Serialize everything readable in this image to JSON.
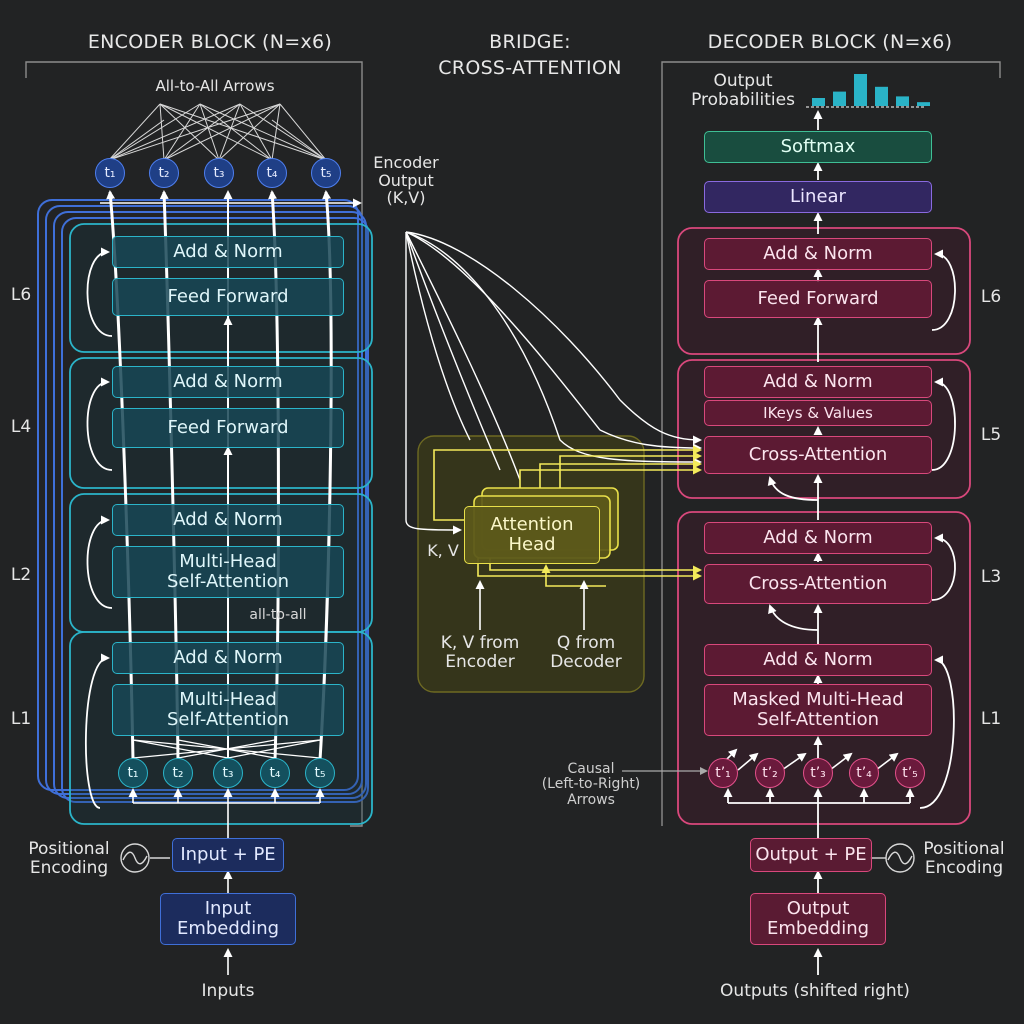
{
  "headers": {
    "encoder": "ENCODER BLOCK (N=x6)",
    "bridge_line1": "BRIDGE:",
    "bridge_line2": "CROSS-ATTENTION",
    "decoder": "DECODER BLOCK (N=x6)"
  },
  "encoder": {
    "all_to_all_label": "All-to-All Arrows",
    "top_tokens": [
      "t₁",
      "t₂",
      "t₃",
      "t₄",
      "t₅"
    ],
    "bottom_tokens": [
      "t₁",
      "t₂",
      "t₃",
      "t₄",
      "t₅"
    ],
    "layer_labels": {
      "l6": "L6",
      "l4": "L4",
      "l2": "L2",
      "l1": "L1"
    },
    "l6": {
      "add_norm": "Add & Norm",
      "feed_forward": "Feed Forward"
    },
    "l4": {
      "add_norm": "Add & Norm",
      "feed_forward": "Feed Forward"
    },
    "l2": {
      "add_norm": "Add & Norm",
      "mhsa": "Multi-Head\nSelf-Attention",
      "all_to_all": "all-to-all"
    },
    "l1": {
      "add_norm": "Add & Norm",
      "mhsa": "Multi-Head\nSelf-Attention"
    },
    "input_pe": "Input + PE",
    "positional_encoding": "Positional\nEncoding",
    "input_embedding": "Input\nEmbedding",
    "inputs": "Inputs",
    "output_label": "Encoder\nOutput\n(K,V)"
  },
  "bridge": {
    "attention_head": "Attention\nHead",
    "kv_side": "K, V",
    "kv_from_encoder": "K, V from\nEncoder",
    "q_from_decoder": "Q from\nDecoder"
  },
  "decoder": {
    "output_probabilities": "Output\nProbabilities",
    "softmax": "Softmax",
    "linear": "Linear",
    "layer_labels": {
      "l6": "L6",
      "l5": "L5",
      "l3": "L3",
      "l1": "L1"
    },
    "l6": {
      "add_norm": "Add & Norm",
      "feed_forward": "Feed Forward"
    },
    "l5": {
      "add_norm": "Add & Norm",
      "keys_values": "IKeys & Values",
      "cross_attention": "Cross-Attention"
    },
    "l3": {
      "add_norm": "Add & Norm",
      "cross_attention": "Cross-Attention"
    },
    "l1": {
      "add_norm": "Add & Norm",
      "masked_mhsa": "Masked Multi-Head\nSelf-Attention"
    },
    "tokens": [
      "t’₁",
      "t’₂",
      "t’₃",
      "t’₄",
      "t’₅"
    ],
    "causal_label": "Causal\n(Left-to-Right)\nArrows",
    "output_pe": "Output + PE",
    "positional_encoding": "Positional\nEncoding",
    "output_embedding": "Output\nEmbedding",
    "outputs": "Outputs (shifted right)",
    "probability_bars": [
      0.25,
      0.45,
      1.0,
      0.6,
      0.3,
      0.12
    ]
  },
  "colors": {
    "encoder_teal": "#2bb4c9",
    "encoder_blue": "#3f6fd8",
    "decoder_pink": "#d9487c",
    "bridge_yellow": "#e9e04a",
    "softmax_green": "#3fbf95",
    "linear_purple": "#8a6ae0"
  }
}
